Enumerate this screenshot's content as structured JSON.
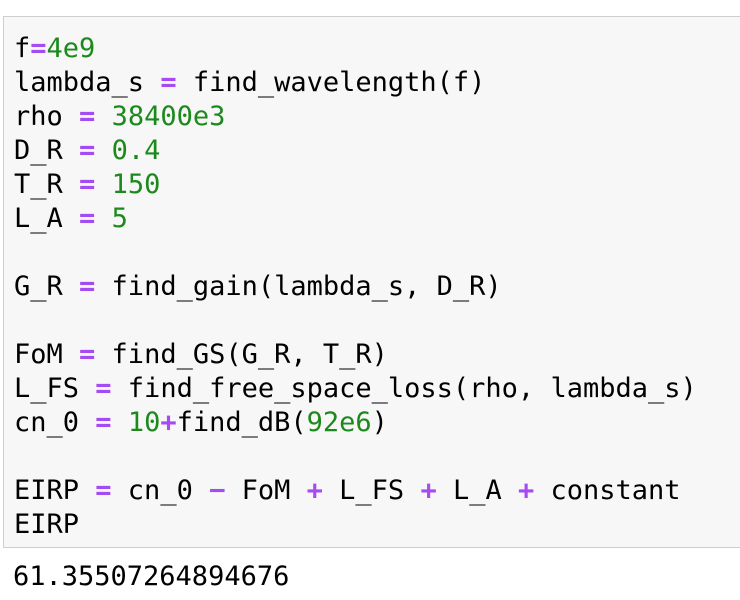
{
  "colors": {
    "number": "#1b8a1b",
    "operator": "#a64bf4",
    "text": "#000000",
    "cell_background": "#f7f7f7",
    "cell_border": "#cfcfcf"
  },
  "cell": {
    "lines": [
      [
        {
          "t": "f",
          "k": "name"
        },
        {
          "t": "=",
          "k": "op"
        },
        {
          "t": "4e9",
          "k": "num"
        }
      ],
      [
        {
          "t": "lambda_s ",
          "k": "name"
        },
        {
          "t": "=",
          "k": "op"
        },
        {
          "t": " find_wavelength(f)",
          "k": "name"
        }
      ],
      [
        {
          "t": "rho ",
          "k": "name"
        },
        {
          "t": "=",
          "k": "op"
        },
        {
          "t": " ",
          "k": "name"
        },
        {
          "t": "38400e3",
          "k": "num"
        }
      ],
      [
        {
          "t": "D_R ",
          "k": "name"
        },
        {
          "t": "=",
          "k": "op"
        },
        {
          "t": " ",
          "k": "name"
        },
        {
          "t": "0.4",
          "k": "num"
        }
      ],
      [
        {
          "t": "T_R ",
          "k": "name"
        },
        {
          "t": "=",
          "k": "op"
        },
        {
          "t": " ",
          "k": "name"
        },
        {
          "t": "150",
          "k": "num"
        }
      ],
      [
        {
          "t": "L_A ",
          "k": "name"
        },
        {
          "t": "=",
          "k": "op"
        },
        {
          "t": " ",
          "k": "name"
        },
        {
          "t": "5",
          "k": "num"
        }
      ],
      [],
      [
        {
          "t": "G_R ",
          "k": "name"
        },
        {
          "t": "=",
          "k": "op"
        },
        {
          "t": " find_gain(lambda_s, D_R)",
          "k": "name"
        }
      ],
      [],
      [
        {
          "t": "FoM ",
          "k": "name"
        },
        {
          "t": "=",
          "k": "op"
        },
        {
          "t": " find_GS(G_R, T_R)",
          "k": "name"
        }
      ],
      [
        {
          "t": "L_FS ",
          "k": "name"
        },
        {
          "t": "=",
          "k": "op"
        },
        {
          "t": " find_free_space_loss(rho, lambda_s)",
          "k": "name"
        }
      ],
      [
        {
          "t": "cn_0 ",
          "k": "name"
        },
        {
          "t": "=",
          "k": "op"
        },
        {
          "t": " ",
          "k": "name"
        },
        {
          "t": "10",
          "k": "num"
        },
        {
          "t": "+",
          "k": "op"
        },
        {
          "t": "find_dB(",
          "k": "name"
        },
        {
          "t": "92e6",
          "k": "num"
        },
        {
          "t": ")",
          "k": "name"
        }
      ],
      [],
      [
        {
          "t": "EIRP ",
          "k": "name"
        },
        {
          "t": "=",
          "k": "op"
        },
        {
          "t": " cn_0 ",
          "k": "name"
        },
        {
          "t": "−",
          "k": "op"
        },
        {
          "t": " FoM ",
          "k": "name"
        },
        {
          "t": "+",
          "k": "op"
        },
        {
          "t": " L_FS ",
          "k": "name"
        },
        {
          "t": "+",
          "k": "op"
        },
        {
          "t": " L_A ",
          "k": "name"
        },
        {
          "t": "+",
          "k": "op"
        },
        {
          "t": " constant",
          "k": "name"
        }
      ],
      [
        {
          "t": "EIRP",
          "k": "name"
        }
      ]
    ]
  },
  "output": {
    "text": "61.35507264894676"
  }
}
